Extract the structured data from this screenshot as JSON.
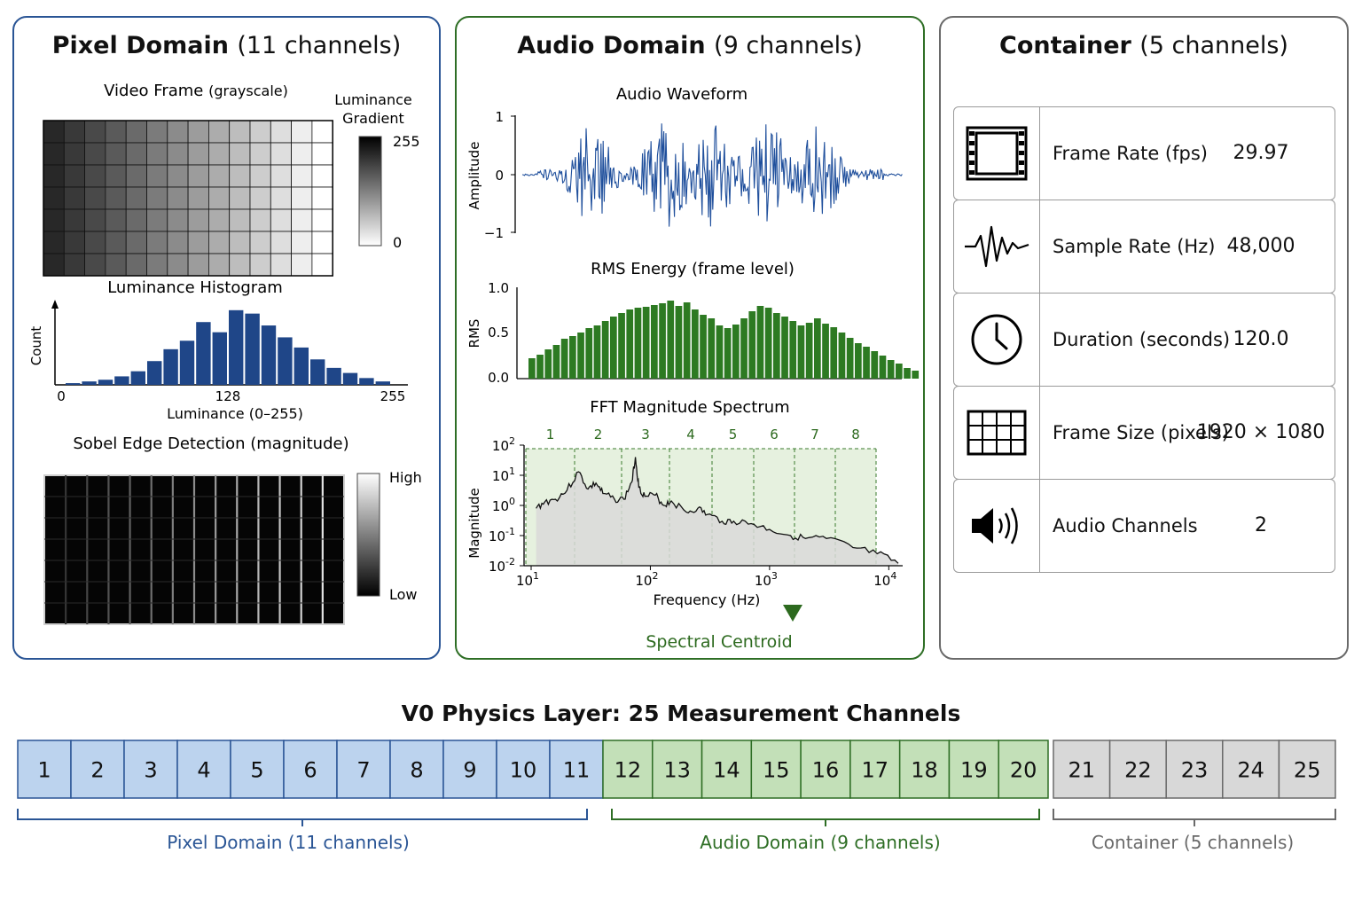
{
  "pixel": {
    "title": "Pixel Domain",
    "count": "(11 channels)",
    "video_frame_title": "Video Frame",
    "video_frame_sub": "(grayscale)",
    "gradient_title_1": "Luminance",
    "gradient_title_2": "Gradient",
    "gradient_max": "255",
    "gradient_min": "0",
    "histogram_title": "Luminance Histogram",
    "histogram_ylabel": "Count",
    "histogram_xlabel": "Luminance (0–255)",
    "histogram_ticks": [
      "0",
      "128",
      "255"
    ],
    "sobel_title": "Sobel Edge Detection (magnitude)",
    "sobel_high": "High",
    "sobel_low": "Low"
  },
  "audio": {
    "title": "Audio Domain",
    "count": "(9 channels)",
    "waveform_title": "Audio Waveform",
    "waveform_ylabel": "Amplitude",
    "waveform_ticks": [
      "1",
      "0",
      "−1"
    ],
    "rms_title": "RMS Energy (frame level)",
    "rms_ylabel": "RMS",
    "rms_ticks": [
      "1.0",
      "0.5",
      "0.0"
    ],
    "fft_title": "FFT Magnitude Spectrum",
    "fft_ylabel": "Magnitude",
    "fft_xlabel": "Frequency (Hz)",
    "fft_band_labels": [
      "1",
      "2",
      "3",
      "4",
      "5",
      "6",
      "7",
      "8"
    ],
    "centroid_label": "Spectral Centroid"
  },
  "container": {
    "title": "Container",
    "count": "(5 channels)",
    "rows": [
      {
        "icon": "film-icon",
        "label": "Frame Rate (fps)",
        "value": "29.97"
      },
      {
        "icon": "waveform-icon",
        "label": "Sample Rate (Hz)",
        "value": "48,000"
      },
      {
        "icon": "clock-icon",
        "label": "Duration (seconds)",
        "value": "120.0"
      },
      {
        "icon": "grid-icon",
        "label": "Frame Size (pixels)",
        "value": "1920 × 1080"
      },
      {
        "icon": "speaker-icon",
        "label": "Audio Channels",
        "value": "2"
      }
    ]
  },
  "layer": {
    "title": "V0 Physics Layer: 25 Measurement Channels",
    "channels": [
      "1",
      "2",
      "3",
      "4",
      "5",
      "6",
      "7",
      "8",
      "9",
      "10",
      "11",
      "12",
      "13",
      "14",
      "15",
      "16",
      "17",
      "18",
      "19",
      "20",
      "21",
      "22",
      "23",
      "24",
      "25"
    ],
    "pixel_label": "Pixel Domain (11 channels)",
    "audio_label": "Audio Domain (9 channels)",
    "container_label": "Container (5 channels)"
  },
  "colors": {
    "pixel": "#2a5595",
    "audio": "#2e6e25",
    "container": "#6a6a6a",
    "pixel_fill": "#bcd3ee",
    "audio_fill": "#c3e0b8",
    "container_fill": "#d8d8d8",
    "hist_bar": "#1f4688",
    "wave": "#1f4f9c",
    "rms_bar": "#2d7a22"
  },
  "chart_data": [
    {
      "type": "bar",
      "title": "Luminance Histogram",
      "xlabel": "Luminance (0–255)",
      "ylabel": "Count",
      "xticks": [
        "0",
        "128",
        "255"
      ],
      "values": [
        1,
        2,
        3,
        5,
        8,
        14,
        21,
        26,
        37,
        31,
        44,
        42,
        35,
        28,
        22,
        15,
        10,
        7,
        4,
        2
      ]
    },
    {
      "type": "bar",
      "title": "RMS Energy (frame level)",
      "ylabel": "RMS",
      "ylim": [
        0,
        1
      ],
      "yticks": [
        "1.0",
        "0.5",
        "0.0"
      ],
      "values": [
        0.23,
        0.27,
        0.33,
        0.38,
        0.45,
        0.48,
        0.52,
        0.57,
        0.6,
        0.65,
        0.7,
        0.74,
        0.78,
        0.8,
        0.81,
        0.83,
        0.85,
        0.88,
        0.82,
        0.86,
        0.78,
        0.72,
        0.68,
        0.6,
        0.57,
        0.61,
        0.68,
        0.76,
        0.82,
        0.8,
        0.74,
        0.7,
        0.65,
        0.6,
        0.63,
        0.68,
        0.62,
        0.58,
        0.52,
        0.46,
        0.4,
        0.36,
        0.31,
        0.26,
        0.21,
        0.17,
        0.12,
        0.09
      ]
    },
    {
      "type": "line",
      "title": "FFT Magnitude Spectrum",
      "xlabel": "Frequency (Hz)",
      "ylabel": "Magnitude",
      "xscale": "log",
      "yscale": "log",
      "xlim": [
        10,
        15000
      ],
      "ylim": [
        0.01,
        100
      ],
      "xticks": [
        "10^1",
        "10^2",
        "10^3",
        "10^4"
      ],
      "yticks": [
        "10^2",
        "10^1",
        "10^0",
        "10^-1",
        "10^-2"
      ],
      "x": [
        11,
        13,
        16,
        20,
        25,
        30,
        35,
        40,
        50,
        60,
        70,
        75,
        80,
        90,
        110,
        130,
        150,
        200,
        250,
        300,
        400,
        500,
        700,
        1000,
        1500,
        2000,
        3000,
        5000,
        8000,
        12000
      ],
      "y": [
        0.8,
        1.3,
        1.6,
        3.2,
        13,
        3.5,
        5.5,
        2.5,
        1.6,
        1.6,
        6,
        40,
        4,
        2,
        2.2,
        1,
        1.4,
        0.6,
        0.8,
        0.5,
        0.3,
        0.3,
        0.25,
        0.16,
        0.1,
        0.08,
        0.08,
        0.04,
        0.025,
        0.012
      ],
      "band_labels": [
        "1",
        "2",
        "3",
        "4",
        "5",
        "6",
        "7",
        "8"
      ]
    }
  ]
}
